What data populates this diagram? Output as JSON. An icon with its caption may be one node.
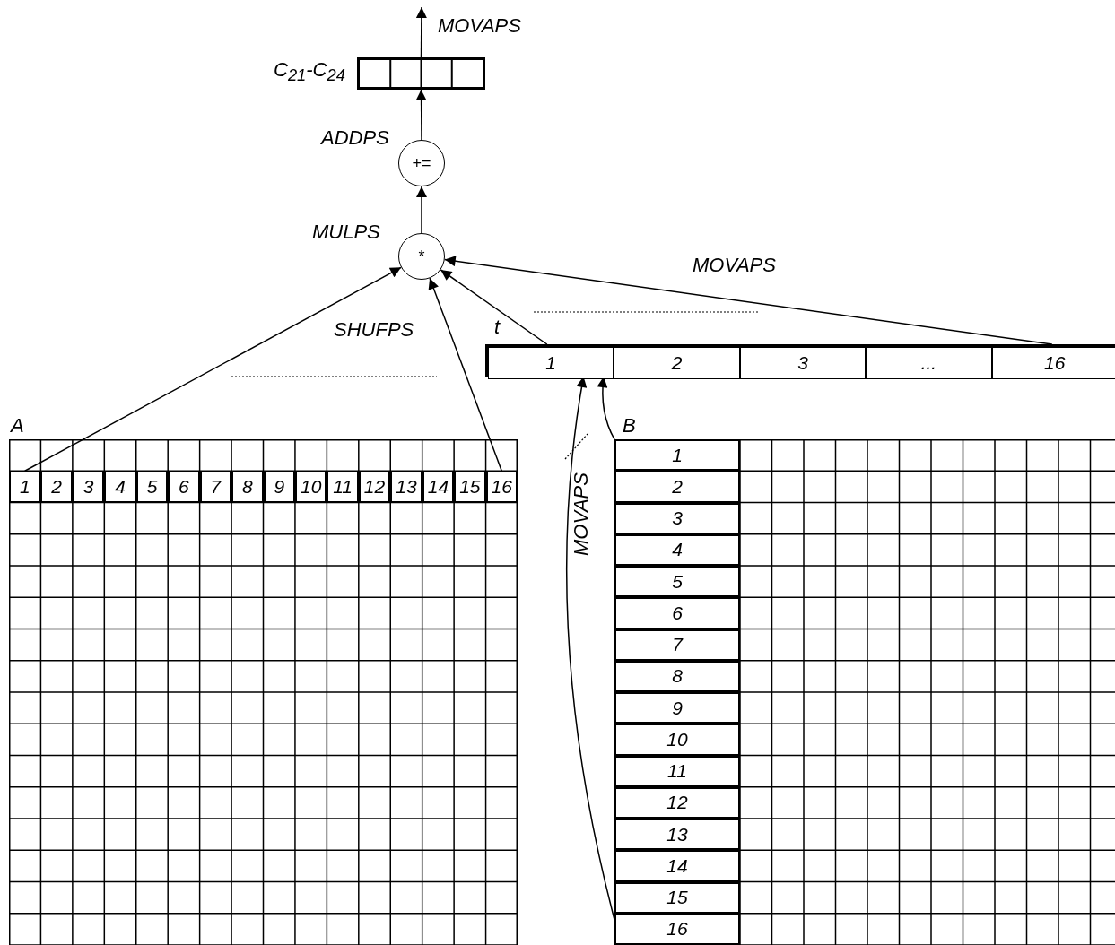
{
  "diagram": {
    "nodes": [
      {
        "text": [],
        "shape": "box",
        "beside": [
          "C$_{21}$-C$_{24}$"
        ]
      },
      {
        "text": [
          "+="
        ],
        "beside": [
          "ADDPS"
        ]
      },
      {
        "text": [
          "*"
        ],
        "beside": [
          "MULPS"
        ]
      },
      {
        "text": [
          "A"
        ]
      },
      {
        "text": [
          "1"
        ],
        "in": 3
      },
      {
        "text": [
          "2"
        ],
        "in": 3
      },
      {
        "text": [
          "3"
        ],
        "in": 3
      },
      {
        "text": [
          "4"
        ],
        "in": 3
      },
      {
        "text": [
          "5"
        ],
        "in": 3
      },
      {
        "text": [
          "6"
        ],
        "in": 3
      },
      {
        "text": [
          "7"
        ],
        "in": 3
      },
      {
        "text": [
          "8"
        ],
        "in": 3
      },
      {
        "text": [
          "9"
        ],
        "in": 3
      },
      {
        "text": [
          "10"
        ],
        "in": 3
      },
      {
        "text": [
          "11"
        ],
        "in": 3
      },
      {
        "text": [
          "12"
        ],
        "in": 3
      },
      {
        "text": [
          "13"
        ],
        "in": 3
      },
      {
        "text": [
          "14"
        ],
        "in": 3
      },
      {
        "text": [
          "15"
        ],
        "in": 3
      },
      {
        "text": [
          "16"
        ],
        "in": 3
      },
      {
        "text": [
          "t"
        ]
      },
      {
        "text": [
          "1"
        ],
        "in": 20
      },
      {
        "text": [
          "2"
        ],
        "in": 20
      },
      {
        "text": [
          "3"
        ],
        "in": 20
      },
      {
        "text": [
          "..."
        ],
        "in": 20
      },
      {
        "text": [
          "16"
        ],
        "in": 20
      },
      {
        "text": [
          "B"
        ]
      },
      {
        "text": [
          "1"
        ],
        "in": 26
      },
      {
        "text": [
          "2"
        ],
        "in": 26
      },
      {
        "text": [
          "3"
        ],
        "in": 26
      },
      {
        "text": [
          "4"
        ],
        "in": 26
      },
      {
        "text": [
          "5"
        ],
        "in": 26
      },
      {
        "text": [
          "6"
        ],
        "in": 26
      },
      {
        "text": [
          "7"
        ],
        "in": 26
      },
      {
        "text": [
          "8"
        ],
        "in": 26
      },
      {
        "text": [
          "9"
        ],
        "in": 26
      },
      {
        "text": [
          "10"
        ],
        "in": 26
      },
      {
        "text": [
          "11"
        ],
        "in": 26
      },
      {
        "text": [
          "12"
        ],
        "in": 26
      },
      {
        "text": [
          "13"
        ],
        "in": 26
      },
      {
        "text": [
          "14"
        ],
        "in": 26
      },
      {
        "text": [
          "15"
        ],
        "in": 26
      },
      {
        "text": [
          "16"
        ],
        "in": 26
      }
    ],
    "edges": [
      {
        "from": 0,
        "to": null,
        "arrow": "to",
        "label": "MOVAPS"
      },
      {
        "from": 1,
        "to": 0,
        "arrow": "to"
      },
      {
        "from": 2,
        "to": 1,
        "arrow": "to"
      },
      {
        "from": 4,
        "to": 2,
        "arrow": "to"
      },
      {
        "from": 19,
        "to": 2,
        "arrow": "to"
      },
      {
        "from": 21,
        "to": 2,
        "arrow": "to"
      },
      {
        "from": 25,
        "to": 2,
        "arrow": "to"
      },
      {
        "from": 27,
        "to": 21,
        "arrow": "to"
      },
      {
        "from": 42,
        "to": 21,
        "arrow": "to"
      }
    ],
    "labels": [
      "MOVAPS",
      "SHUFPS",
      "MOVAPS"
    ]
  }
}
